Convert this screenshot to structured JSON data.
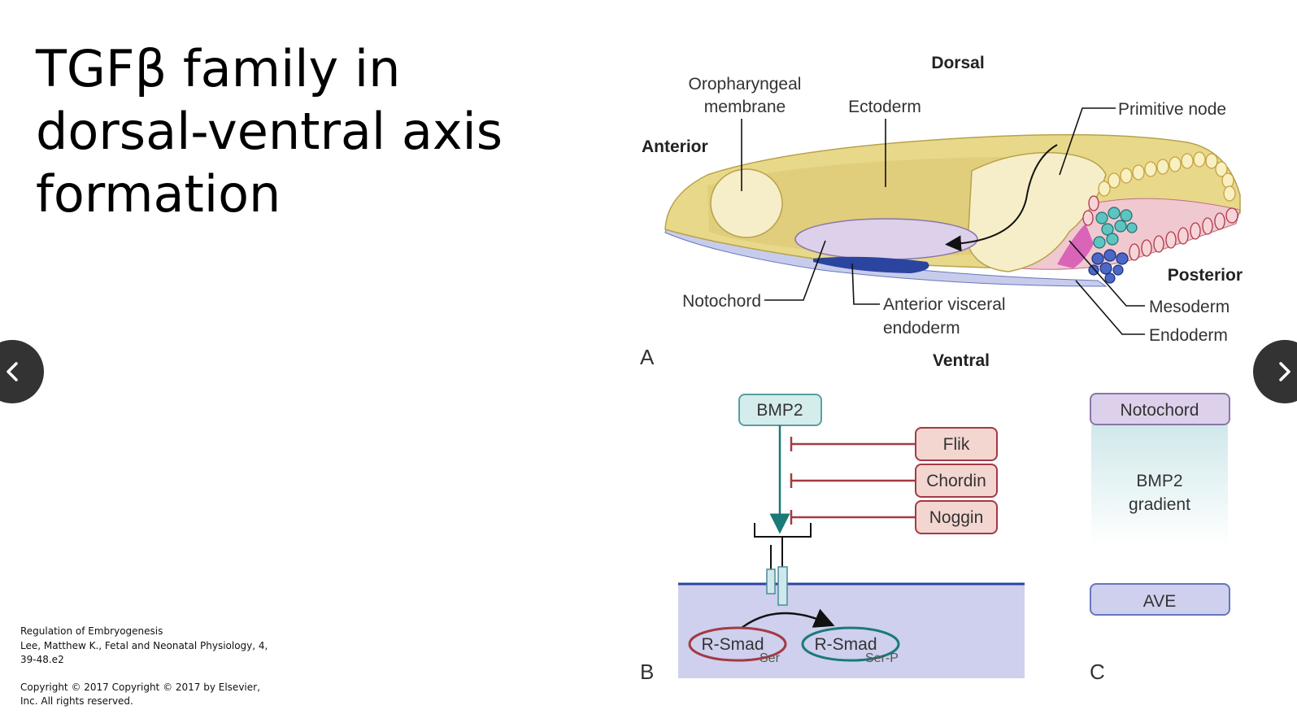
{
  "slide": {
    "title_lines": [
      "TGFβ family in",
      "dorsal-ventral axis",
      "formation"
    ],
    "citation": {
      "line1": "Regulation of Embryogenesis",
      "line2": "Lee, Matthew K., Fetal and Neonatal Physiology, 4,",
      "line3": "39-48.e2",
      "line4": "Copyright © 2017 Copyright © 2017 by Elsevier,",
      "line5": "Inc. All rights reserved."
    }
  },
  "navigation": {
    "prev_icon": "chevron-left-icon",
    "next_icon": "chevron-right-icon"
  },
  "figure": {
    "panel_a": {
      "letter": "A",
      "orientation": {
        "dorsal": "Dorsal",
        "ventral": "Ventral",
        "anterior": "Anterior",
        "posterior": "Posterior"
      },
      "labels": {
        "oropharyngeal_1": "Oropharyngeal",
        "oropharyngeal_2": "membrane",
        "ectoderm": "Ectoderm",
        "primitive_node": "Primitive node",
        "notochord": "Notochord",
        "ave_1": "Anterior visceral",
        "ave_2": "endoderm",
        "mesoderm": "Mesoderm",
        "endoderm": "Endoderm"
      }
    },
    "panel_b": {
      "letter": "B",
      "ligand": "BMP2",
      "inhibitors": [
        "Flik",
        "Chordin",
        "Noggin"
      ],
      "smad_left": "R-Smad",
      "smad_left_sub": "Ser",
      "smad_right": "R-Smad",
      "smad_right_sub": "Ser-P"
    },
    "panel_c": {
      "letter": "C",
      "top": "Notochord",
      "gradient_1": "BMP2",
      "gradient_2": "gradient",
      "bottom": "AVE"
    },
    "colors": {
      "ectoderm_yellow": "#e8d98a",
      "notochord_purple": "#ddd0ea",
      "ave_blue": "#2a44a0",
      "inhibitor_box": "#f3d6d0",
      "inhibitor_line": "#a33a44",
      "bmp_box": "#d4ecec",
      "signal_arrow": "#1a7a78",
      "cytoplasm": "#cfd0ee",
      "nav_button": "#333333"
    }
  }
}
